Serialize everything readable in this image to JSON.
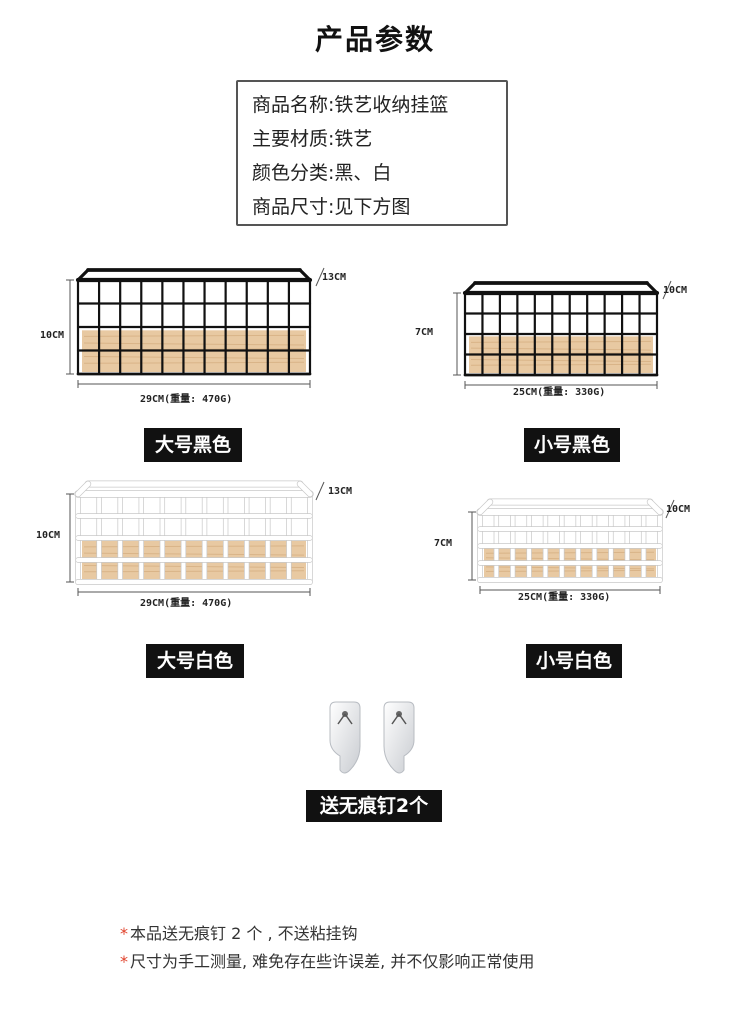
{
  "page": {
    "title": "产品参数"
  },
  "specs": [
    "商品名称:铁艺收纳挂篮",
    "主要材质:铁艺",
    "颜色分类:黑、白",
    "商品尺寸:见下方图"
  ],
  "products": {
    "large_black": {
      "label": "大号黑色",
      "width_text": "29CM(重量: 470G)",
      "height_text": "10CM",
      "depth_text": "13CM",
      "wire_color": "#111111"
    },
    "small_black": {
      "label": "小号黑色",
      "width_text": "25CM(重量: 330G)",
      "height_text": "7CM",
      "depth_text": "10CM",
      "wire_color": "#111111"
    },
    "large_white": {
      "label": "大号白色",
      "width_text": "29CM(重量: 470G)",
      "height_text": "10CM",
      "depth_text": "13CM",
      "wire_color": "#ffffff"
    },
    "small_white": {
      "label": "小号白色",
      "width_text": "25CM(重量: 330G)",
      "height_text": "7CM",
      "depth_text": "10CM",
      "wire_color": "#ffffff"
    }
  },
  "hooks": {
    "label": "送无痕钉2个"
  },
  "notes": [
    "本品送无痕钉 2 个 , 不送粘挂钩",
    "尺寸为手工测量, 难免存在些许误差, 并不仅影响正常使用"
  ],
  "colors": {
    "wood": "#e8c9a2",
    "wood_grain": "#d9b488",
    "badge_bg": "#111111",
    "note_star": "#e0402a"
  }
}
